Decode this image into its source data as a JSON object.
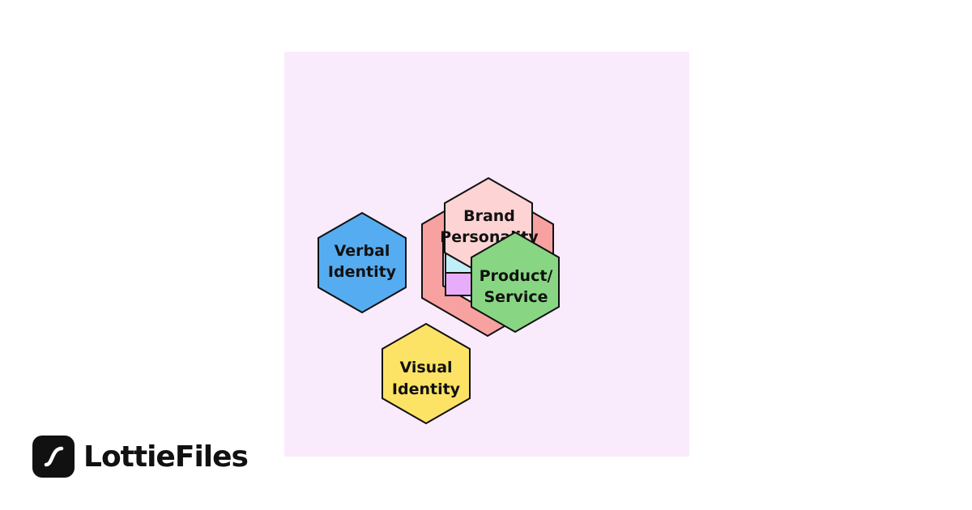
{
  "diagram": {
    "background": "#f9eafc",
    "nodes": [
      {
        "id": "verbal",
        "lines": [
          "Verbal",
          "Identity"
        ],
        "fill": "#56acf0"
      },
      {
        "id": "visual",
        "lines": [
          "Visual",
          "Identity"
        ],
        "fill": "#fde365"
      },
      {
        "id": "brand",
        "lines": [
          "Brand",
          "Personality"
        ],
        "fill": "#fdd3d3"
      },
      {
        "id": "product",
        "lines": [
          "Product/",
          "Service"
        ],
        "fill": "#88d683"
      }
    ],
    "frame_color": "#f7a2a1",
    "stack_colors": [
      "#c2eef7",
      "#e8adfa"
    ]
  },
  "brand": {
    "logo_text": "LottieFiles",
    "logo_icon": "lottie-logo-icon"
  }
}
